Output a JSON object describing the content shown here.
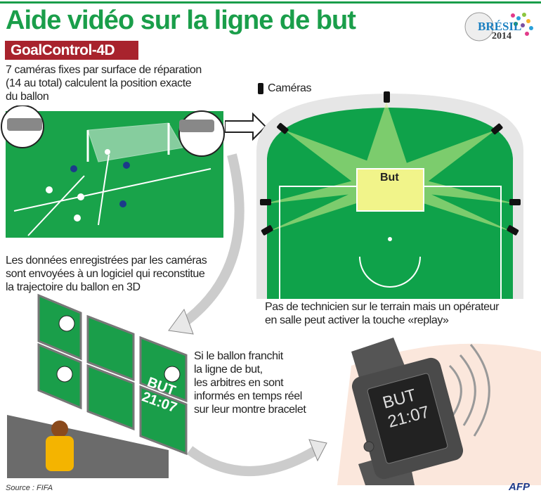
{
  "header": {
    "title": "Aide vidéo sur la ligne de but",
    "logo_text": "BRÉSIL",
    "logo_year": "2014"
  },
  "system_name": "GoalControl-4D",
  "captions": {
    "cameras_intro": [
      "7 caméras fixes par surface de réparation",
      "(14 au total) calculent la position exacte",
      "du ballon"
    ],
    "data_sent": [
      "Les données enregistrées par les caméras",
      "sont envoyées à un logiciel qui reconstitue",
      "la trajectoire du ballon en 3D"
    ],
    "no_technician": [
      "Pas de technicien sur le terrain mais un opérateur",
      "en salle peut activer la touche «replay»"
    ],
    "watch_info": [
      "Si le ballon franchit",
      "la ligne de but,",
      "les arbitres en sont",
      "informés en temps réel",
      "sur leur montre bracelet"
    ]
  },
  "pitch": {
    "legend_label": "Caméras",
    "goal_label": "But"
  },
  "monitor": {
    "line1": "BUT",
    "line2": "21:07"
  },
  "watch": {
    "line1": "BUT",
    "line2": "21:07"
  },
  "footer": {
    "source": "Source : FIFA",
    "agency": "AFP"
  },
  "colors": {
    "green": "#1a9e4a",
    "red": "#a8232d",
    "pitch": "#0fa24a"
  }
}
